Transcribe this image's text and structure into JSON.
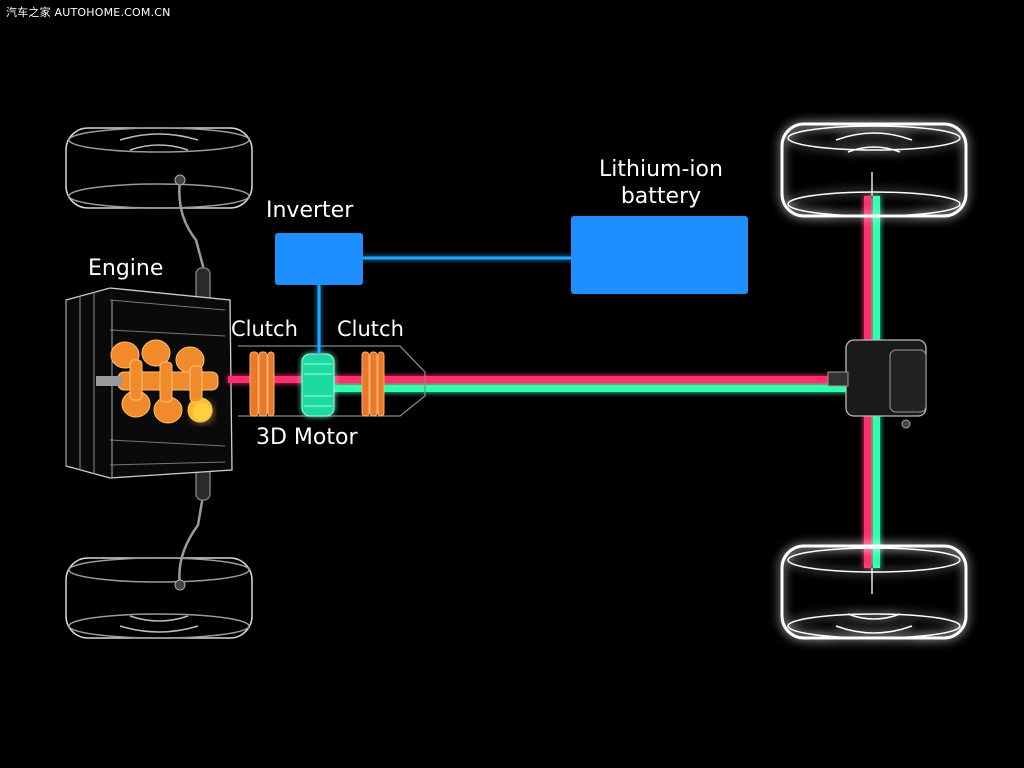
{
  "watermark": {
    "site_name": "汽车之家",
    "site_url": "AUTOHOME.COM.CN"
  },
  "labels": {
    "engine": "Engine",
    "inverter": "Inverter",
    "battery": "Lithium-ion battery",
    "clutch_front": "Clutch",
    "clutch_rear": "Clutch",
    "motor": "3D Motor"
  },
  "colors": {
    "background": "#000000",
    "block_blue": "#1f8fff",
    "electric_line": "#22a7ff",
    "shaft_red": "#ff2e6e",
    "shaft_green": "#2dffb0",
    "clutch_orange": "#e8792a",
    "motor_green": "#2dffb0",
    "wheel_white": "#ffffff",
    "engine_orange": "#f08a2a"
  },
  "icons": {
    "wheel": "wheel-icon",
    "engine": "engine-icon",
    "clutch": "clutch-disc-icon",
    "motor": "electric-motor-icon",
    "differential": "differential-icon"
  }
}
